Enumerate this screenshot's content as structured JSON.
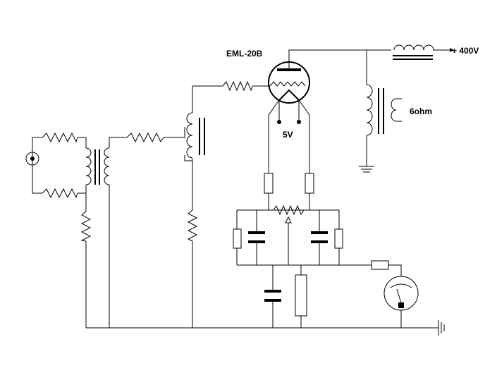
{
  "labels": {
    "tube": "EML-20B",
    "supply": "+ 400V",
    "speaker": "6ohm",
    "filament": "5V"
  },
  "colors": {
    "ink": "#000000",
    "background": "#ffffff"
  },
  "components": {
    "input": "rca-jack",
    "transformers": [
      "input-transformer",
      "interstage-choke",
      "output-transformer",
      "supply-choke"
    ],
    "tube": "triode",
    "meter": "analog-meter",
    "ground": "ground-symbol"
  }
}
